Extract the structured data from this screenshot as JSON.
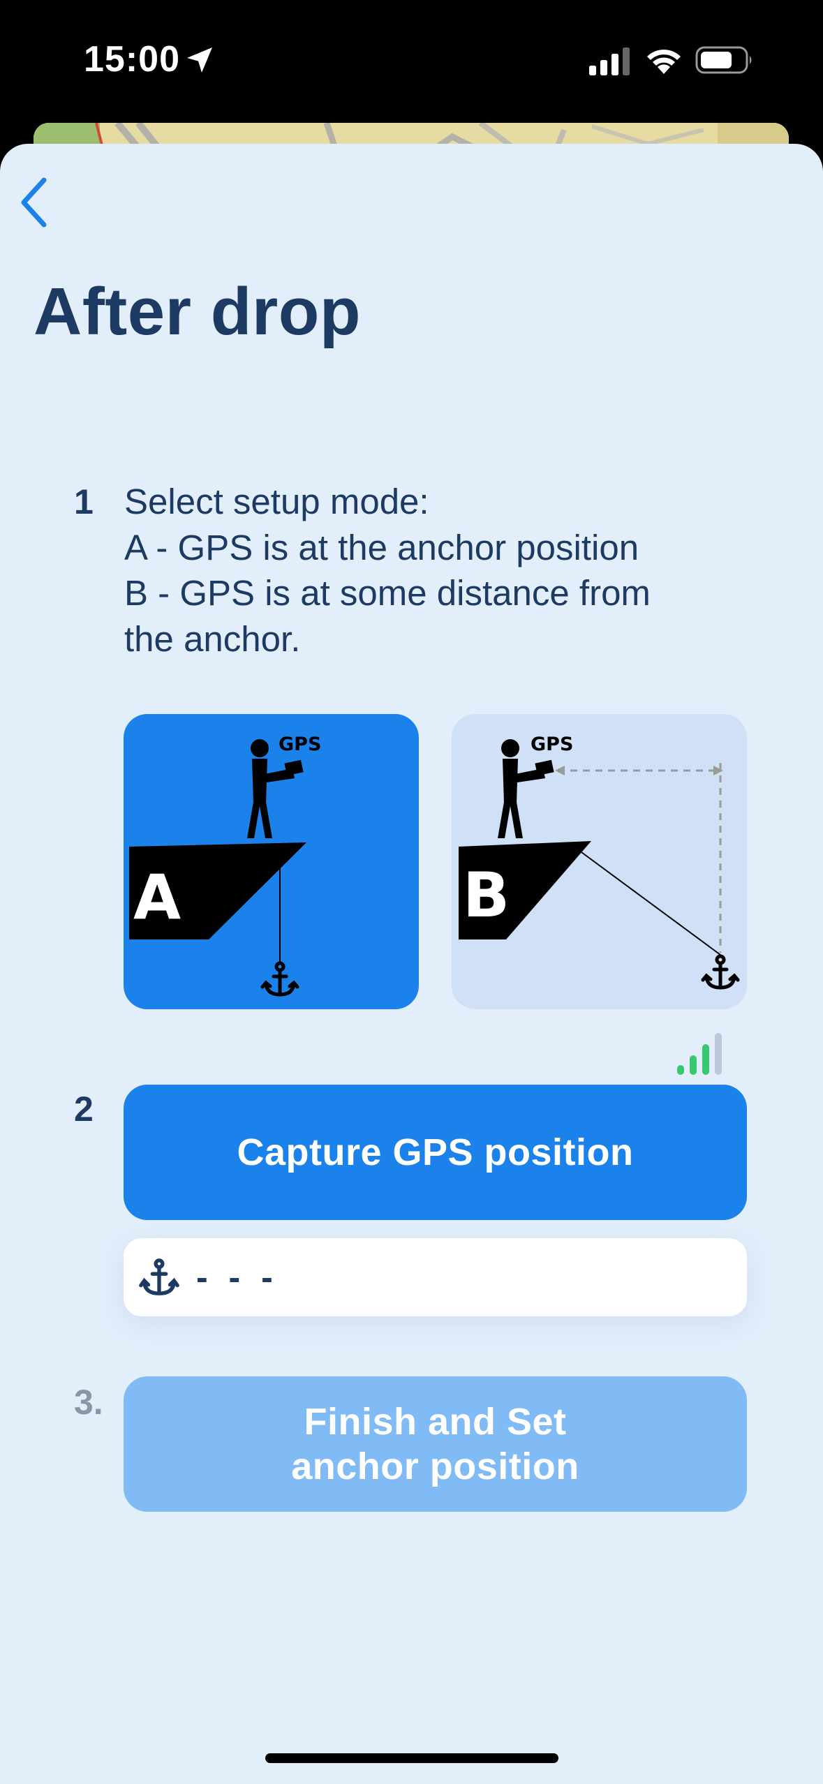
{
  "status_bar": {
    "time": "15:00",
    "icons": [
      "location-arrow-icon",
      "cellular-signal-icon",
      "wifi-icon",
      "battery-icon"
    ]
  },
  "header": {
    "back_icon": "chevron-left-icon",
    "title": "After drop"
  },
  "step1": {
    "number": "1",
    "lines": [
      "Select setup mode:",
      "A - GPS is at the anchor position",
      "B - GPS is at some distance from",
      "the anchor."
    ],
    "modes": [
      {
        "letter": "A",
        "gps_label": "GPS",
        "selected": true
      },
      {
        "letter": "B",
        "gps_label": "GPS",
        "selected": false
      }
    ]
  },
  "step2": {
    "number": "2",
    "gps_signal_icon": "signal-strength-icon",
    "button_label": "Capture GPS position",
    "position_icon": "anchor-icon",
    "position_value": "- - -"
  },
  "step3": {
    "number": "3.",
    "button_lines": [
      "Finish and Set",
      "anchor position"
    ]
  },
  "colors": {
    "accent": "#1a82ea",
    "accent_disabled": "#80bbf6",
    "sheet_background": "#e3eefb",
    "text_dark": "#1c3a62",
    "muted": "#8b96a5",
    "signal_green": "#37c871"
  }
}
